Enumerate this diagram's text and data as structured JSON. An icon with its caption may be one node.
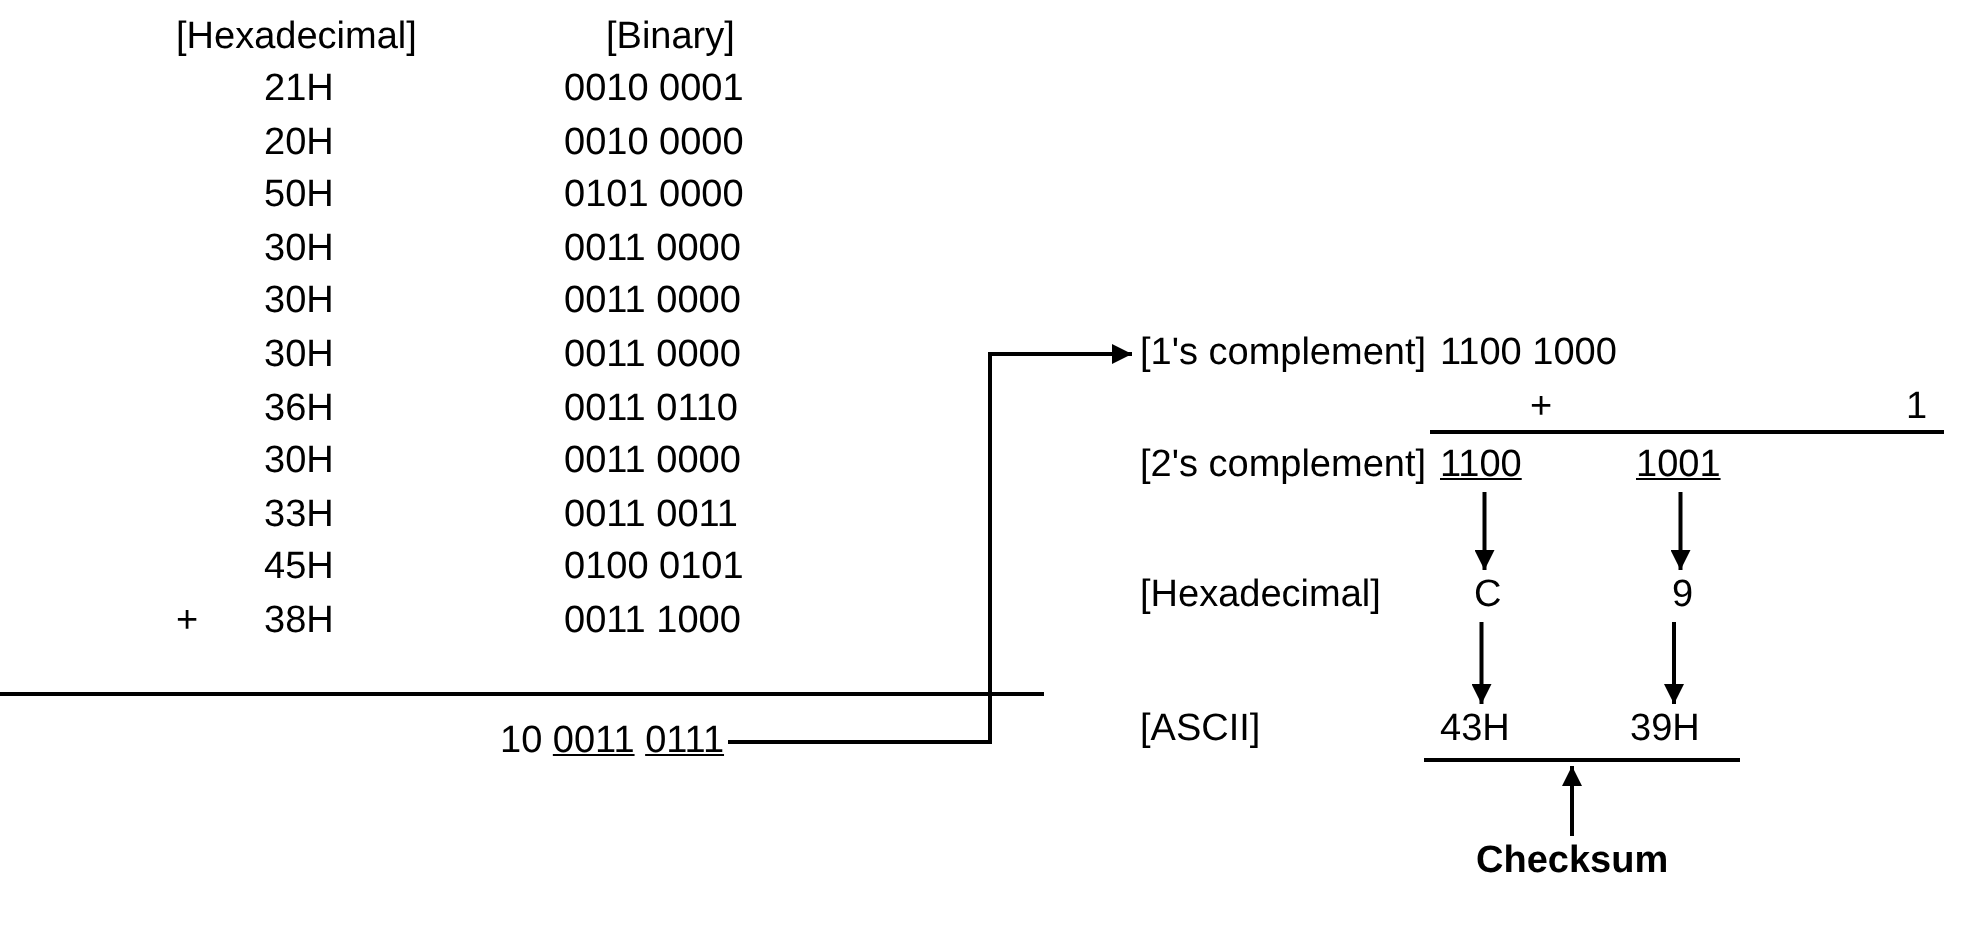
{
  "diagram": {
    "nodes": [
      {
        "text": [
          "10 0011 0111"
        ]
      },
      {
        "text": [
          "[1's complement]"
        ]
      },
      {
        "text": [
          "1100"
        ]
      },
      {
        "text": [
          "1001"
        ]
      },
      {
        "text": [
          "C"
        ]
      },
      {
        "text": [
          "9"
        ]
      },
      {
        "text": [
          "43H"
        ]
      },
      {
        "text": [
          "39H"
        ]
      },
      {
        "text": [
          "Checksum"
        ]
      },
      {
        "text": [],
        "shape": "line"
      }
    ],
    "edges": [
      {
        "from": 0,
        "to": 1,
        "arrow": "to"
      },
      {
        "from": 2,
        "to": 4,
        "arrow": "to"
      },
      {
        "from": 3,
        "to": 5,
        "arrow": "to"
      },
      {
        "from": 4,
        "to": 6,
        "arrow": "to"
      },
      {
        "from": 5,
        "to": 7,
        "arrow": "to"
      },
      {
        "from": 8,
        "to": 9,
        "arrow": "to"
      }
    ],
    "labels": [
      "[Hexadecimal]",
      "[Binary]",
      "21H",
      "0010 0001",
      "20H",
      "0010 0000",
      "50H",
      "0101 0000",
      "30H",
      "0011 0000",
      "30H",
      "0011 0000",
      "30H",
      "0011 0000",
      "36H",
      "0011 0110",
      "30H",
      "0011 0000",
      "33H",
      "0011 0011",
      "45H",
      "0100 0101",
      "+",
      "38H",
      "0011 1000",
      "1100 1000",
      "+",
      "1",
      "[2's complement]",
      "[Hexadecimal]",
      "[ASCII]"
    ]
  }
}
